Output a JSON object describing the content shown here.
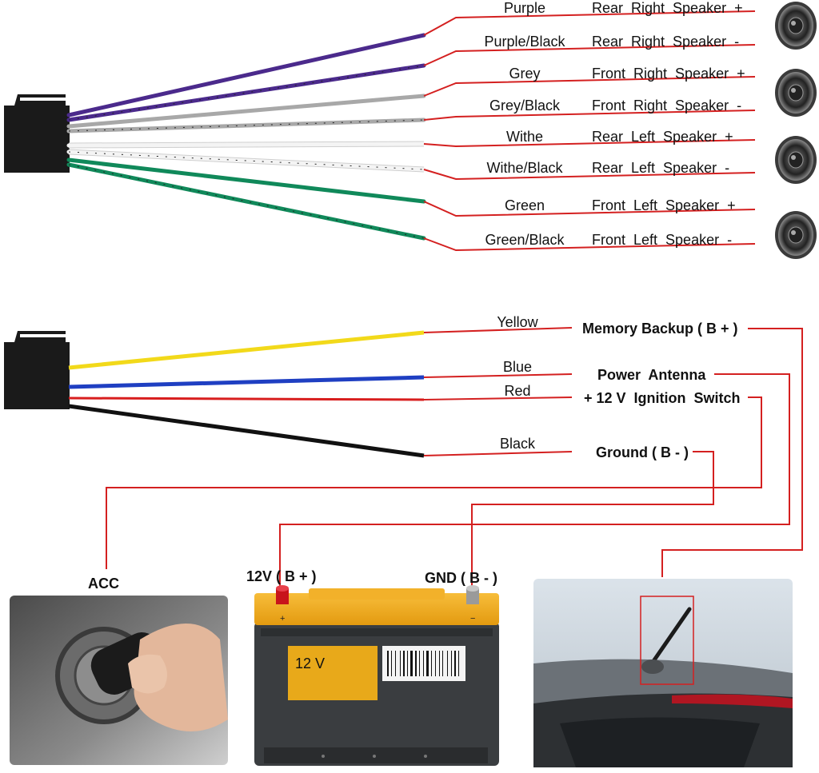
{
  "speaker_wires": [
    {
      "color_name": "Purple",
      "function": "Rear  Right  Speaker  +",
      "wire_color": "#4b2a8c",
      "stripe": false
    },
    {
      "color_name": "Purple/Black",
      "function": "Rear  Right  Speaker  -",
      "wire_color": "#4b2a8c",
      "stripe": true
    },
    {
      "color_name": "Grey",
      "function": "Front  Right  Speaker  +",
      "wire_color": "#a8a8a8",
      "stripe": false
    },
    {
      "color_name": "Grey/Black",
      "function": "Front  Right  Speaker  -",
      "wire_color": "#a8a8a8",
      "stripe": true
    },
    {
      "color_name": "Withe",
      "function": "Rear  Left  Speaker  +",
      "wire_color": "#f4f4f4",
      "stripe": false
    },
    {
      "color_name": "Withe/Black",
      "function": "Rear  Left  Speaker  -",
      "wire_color": "#f4f4f4",
      "stripe": true
    },
    {
      "color_name": "Green",
      "function": "Front  Left  Speaker  +",
      "wire_color": "#10895a",
      "stripe": false
    },
    {
      "color_name": "Green/Black",
      "function": "Front  Left  Speaker  -",
      "wire_color": "#10895a",
      "stripe": true
    }
  ],
  "power_wires": [
    {
      "color_name": "Yellow",
      "function": "Memory Backup ( B + )",
      "wire_color": "#f2d91a"
    },
    {
      "color_name": "Blue",
      "function": "Power  Antenna",
      "wire_color": "#1f3fc2"
    },
    {
      "color_name": "Red",
      "function": "+ 12 V  Ignition  Switch",
      "wire_color": "#d81e1e"
    },
    {
      "color_name": "Black",
      "function": "Ground ( B - )",
      "wire_color": "#111111"
    }
  ],
  "acc_label": "ACC",
  "battery": {
    "pos_label": "12V ( B + )",
    "neg_label": "GND ( B - )",
    "plate_text": "12 V",
    "pos_mark": "+",
    "neg_mark": "−"
  },
  "colors": {
    "link_line": "#d42020",
    "connector": "#1a1a1a",
    "battery_lid": "#f2a81c",
    "battery_body": "#3a3d40",
    "battery_plate": "#e8a91a"
  },
  "icons": [
    "speaker-icon",
    "wire-connector-icon",
    "ignition-key-image",
    "car-battery-icon",
    "antenna-image"
  ]
}
